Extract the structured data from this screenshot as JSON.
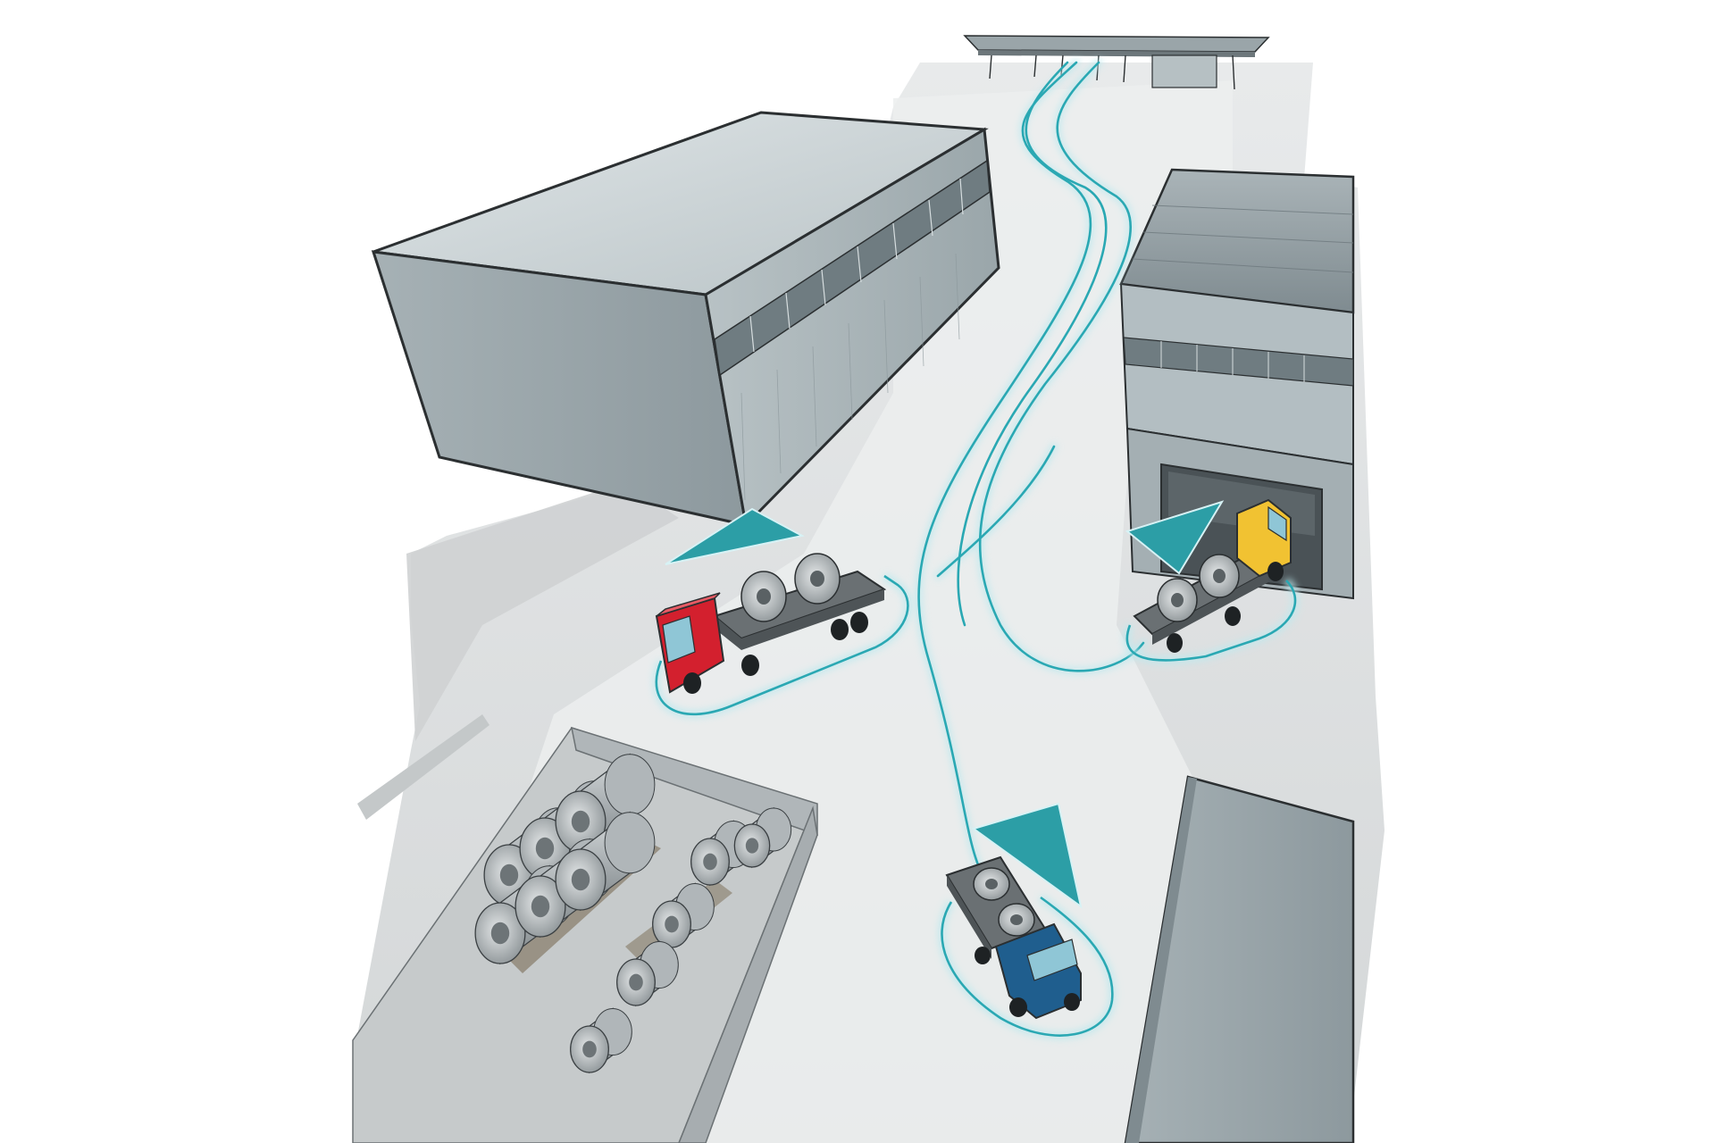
{
  "scene": {
    "description_free": true,
    "colors": {
      "background": "#ffffff",
      "ground": "#dcdedf",
      "ground_shadow": "#c9cccd",
      "building_roof": "#cfd6d8",
      "building_side": "#a9b4b8",
      "building_front": "#8f9ca1",
      "outline": "#2b2f31",
      "route": "#2aa8b3",
      "route_glow": "#bfe9ee",
      "arrow": "#2c9ea6",
      "truck_red": "#d3202e",
      "truck_blue": "#1f5e8e",
      "truck_yellow": "#f1c232",
      "coil": "#b7bcbf",
      "trailer": "#6a7073"
    },
    "elements": {
      "buildings": [
        "warehouse-left",
        "hall-right",
        "shed-top",
        "building-bottom-right"
      ],
      "trucks": [
        "red-truck",
        "blue-truck",
        "yellow-truck"
      ],
      "coil_yard": {
        "large_coils": 6,
        "single_coils": 5
      }
    },
    "icons": [
      "truck-icon",
      "steel-coil-icon",
      "direction-arrow-icon",
      "route-line"
    ]
  }
}
